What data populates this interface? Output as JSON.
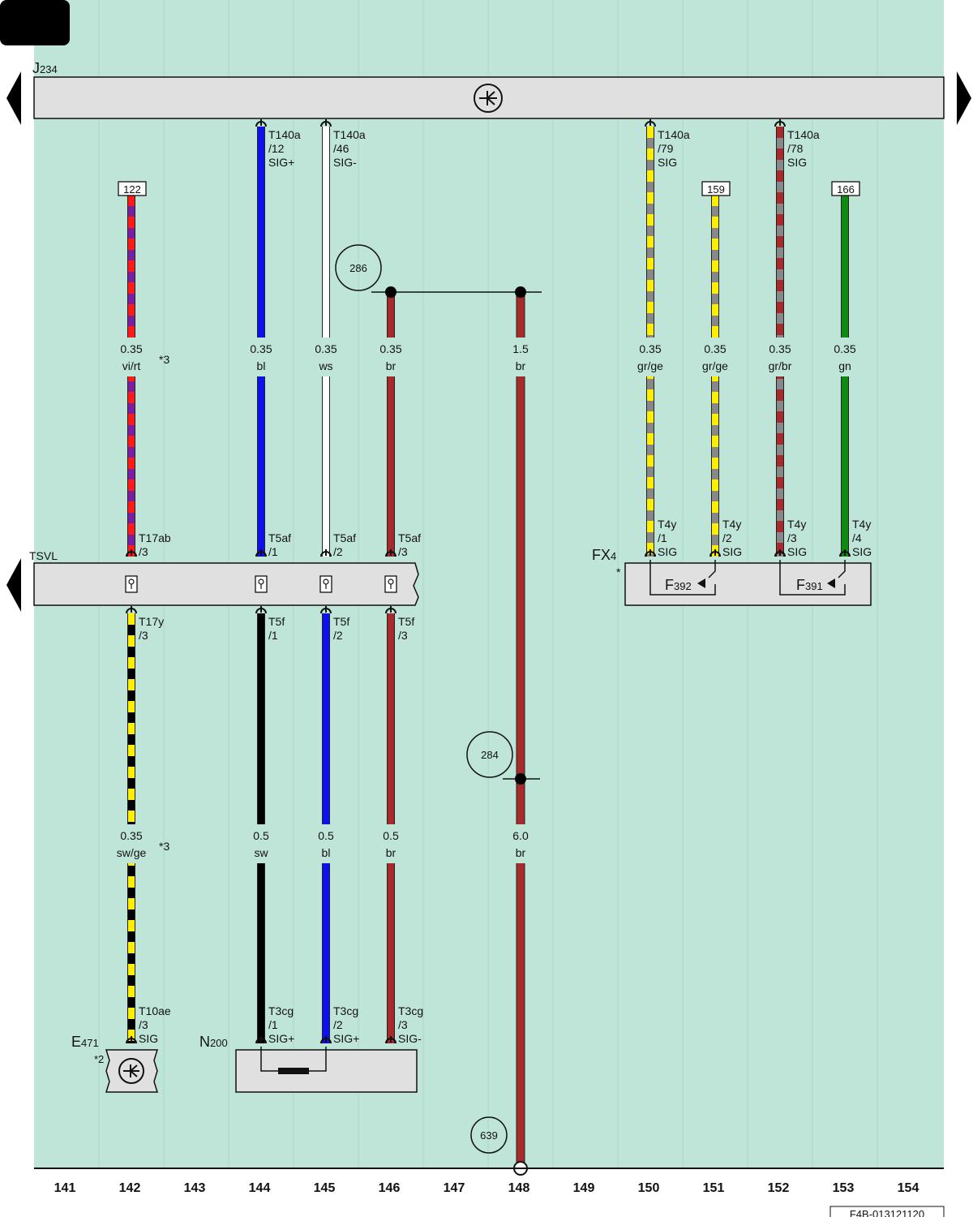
{
  "colors": {
    "background": "#bfe5d8",
    "bar_fill": "#e0e0e0",
    "vi": "#7a1fa0",
    "rt": "#ff1a1a",
    "bl": "#1010ee",
    "ws": "#ffffff",
    "br": "#a82a2a",
    "sw": "#000000",
    "ge": "#ffee00",
    "gr": "#888888",
    "gn": "#108a10"
  },
  "components": {
    "j234": {
      "name": "J",
      "sub": "234"
    },
    "tsvl": {
      "name": "TSVL"
    },
    "fx4": {
      "name": "FX",
      "sub": "4",
      "note": "*"
    },
    "f392": {
      "name": "F",
      "sub": "392"
    },
    "f391": {
      "name": "F",
      "sub": "391"
    },
    "e471": {
      "name": "E",
      "sub": "471",
      "note": "*2"
    },
    "n200": {
      "name": "N",
      "sub": "200"
    }
  },
  "columns": [
    "141",
    "142",
    "143",
    "144",
    "145",
    "146",
    "147",
    "148",
    "149",
    "150",
    "151",
    "152",
    "153",
    "154"
  ],
  "refs": {
    "r122": "122",
    "r159": "159",
    "r166": "166",
    "r286": "286",
    "r284": "284",
    "r639": "639"
  },
  "labels": {
    "w142a": [
      "0.35",
      "vi/rt"
    ],
    "n142a": "*3",
    "w144a": [
      "0.35",
      "bl"
    ],
    "w145a": [
      "0.35",
      "ws"
    ],
    "w146a": [
      "0.35",
      "br"
    ],
    "w148a": [
      "1.5",
      "br"
    ],
    "w150a": [
      "0.35",
      "gr/ge"
    ],
    "w151a": [
      "0.35",
      "gr/ge"
    ],
    "w152a": [
      "0.35",
      "gr/br"
    ],
    "w153a": [
      "0.35",
      "gn"
    ],
    "w142b": [
      "0.35",
      "sw/ge"
    ],
    "n142b": "*3",
    "w144b": [
      "0.5",
      "sw"
    ],
    "w145b": [
      "0.5",
      "bl"
    ],
    "w146b": [
      "0.5",
      "br"
    ],
    "w148b": [
      "6.0",
      "br"
    ],
    "p144t": [
      "T140a",
      "/12",
      "SIG+"
    ],
    "p145t": [
      "T140a",
      "/46",
      "SIG-"
    ],
    "p150t": [
      "T140a",
      "/79",
      "SIG"
    ],
    "p152t": [
      "T140a",
      "/78",
      "SIG"
    ],
    "p142m": [
      "T17ab",
      "/3"
    ],
    "p144m": [
      "T5af",
      "/1"
    ],
    "p145m": [
      "T5af",
      "/2"
    ],
    "p146m": [
      "T5af",
      "/3"
    ],
    "p150m": [
      "T4y",
      "/1",
      "SIG"
    ],
    "p151m": [
      "T4y",
      "/2",
      "SIG"
    ],
    "p152m": [
      "T4y",
      "/3",
      "SIG"
    ],
    "p153m": [
      "T4y",
      "/4",
      "SIG"
    ],
    "p142s": [
      "T17y",
      "/3"
    ],
    "p144s": [
      "T5f",
      "/1"
    ],
    "p145s": [
      "T5f",
      "/2"
    ],
    "p146s": [
      "T5f",
      "/3"
    ],
    "p142b": [
      "T10ae",
      "/3",
      "SIG"
    ],
    "p144b": [
      "T3cg",
      "/1",
      "SIG+"
    ],
    "p145b": [
      "T3cg",
      "/2",
      "SIG+"
    ],
    "p146b": [
      "T3cg",
      "/3",
      "SIG-"
    ]
  },
  "footer": "F4B-013121120"
}
